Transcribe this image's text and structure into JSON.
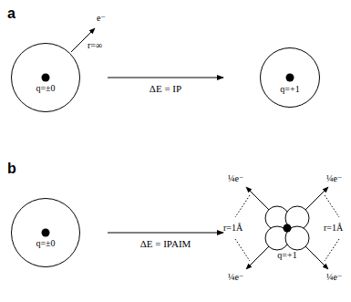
{
  "diagram": {
    "nodes": [
      {
        "text": [
          "q=±0"
        ]
      },
      {
        "text": [
          "q=+1"
        ]
      },
      {
        "text": [
          "q=±0"
        ]
      },
      {
        "text": [
          "q=+1"
        ]
      }
    ],
    "edges": [
      {
        "from": 0,
        "to": 1,
        "arrow": "to",
        "label": "ΔE = IP"
      },
      {
        "from": 2,
        "to": 3,
        "arrow": "to",
        "label": "ΔE = IPAIM"
      }
    ],
    "labels": [
      "a",
      "e⁻",
      "r=∞",
      "b",
      "¼e⁻",
      "¼e⁻",
      "¼e⁻",
      "¼e⁻",
      "r=1Å",
      "r=1Å"
    ]
  }
}
